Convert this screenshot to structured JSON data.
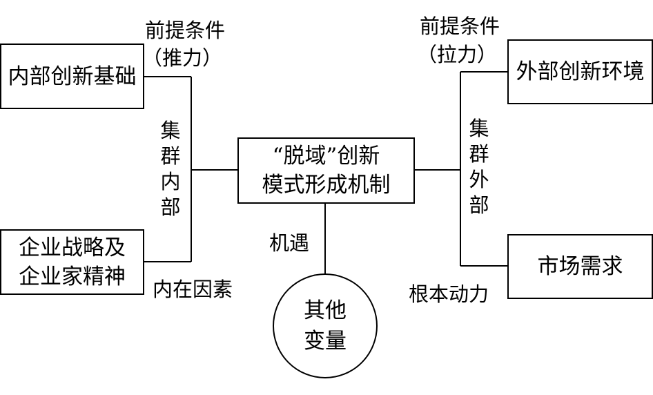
{
  "center": {
    "line1": "“脱域”创新",
    "line2": "模式形成机制"
  },
  "left_top_box": "内部创新基础",
  "left_bottom_box": {
    "line1": "企业战略及",
    "line2": "企业家精神"
  },
  "right_top_box": "外部创新环境",
  "right_bottom_box": "市场需求",
  "circle": {
    "line1": "其他",
    "line2": "变量"
  },
  "labels": {
    "left_precondition": "前提条件",
    "left_push": "（推力）",
    "right_precondition": "前提条件",
    "right_pull": "（拉力）",
    "inner_factor": "内在因素",
    "root_force": "根本动力",
    "opportunity": "机遇"
  },
  "vertical_labels": {
    "cluster_inner": [
      "集",
      "群",
      "内",
      "部"
    ],
    "cluster_outer": [
      "集",
      "群",
      "外",
      "部"
    ]
  }
}
